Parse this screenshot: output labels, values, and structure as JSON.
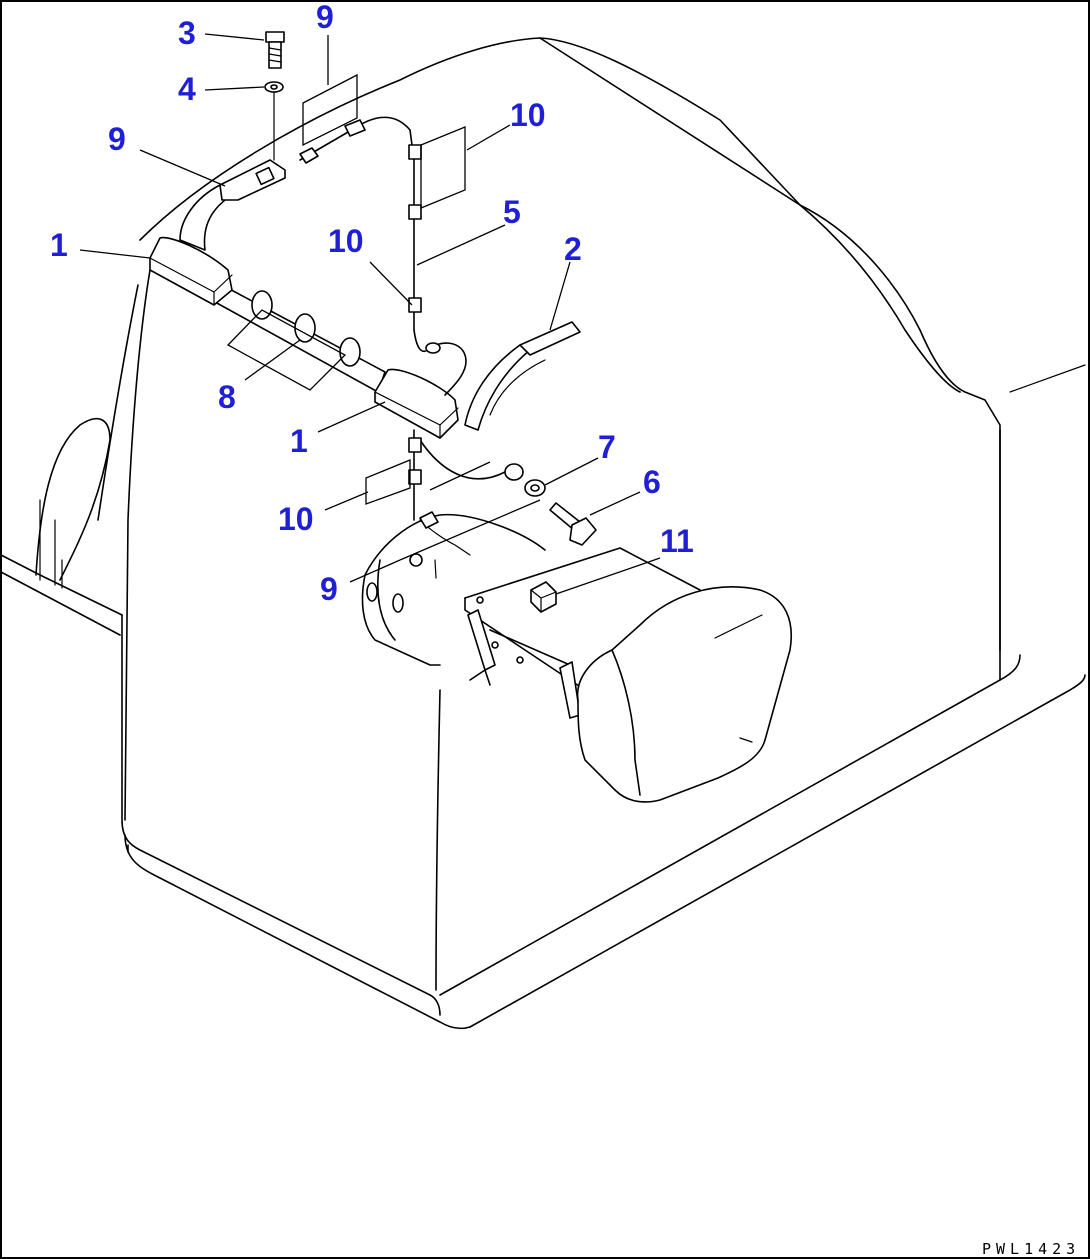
{
  "drawing": {
    "code": "PWL1423",
    "frame_color": "#000000",
    "callout_color": "#1f1fd6"
  },
  "callouts": {
    "c1a": "1",
    "c1b": "1",
    "c2": "2",
    "c3": "3",
    "c4": "4",
    "c5": "5",
    "c6": "6",
    "c7": "7",
    "c8": "8",
    "c9a": "9",
    "c9b": "9",
    "c9c": "9",
    "c10a": "10",
    "c10b": "10",
    "c10c": "10",
    "c11": "11"
  }
}
